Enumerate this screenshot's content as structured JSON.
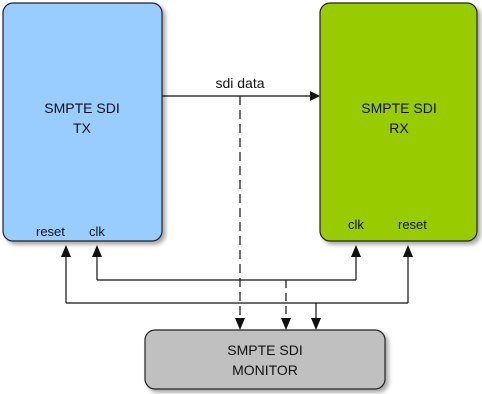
{
  "blocks": {
    "tx": {
      "line1": "SMPTE SDI",
      "line2": "TX",
      "port_reset": "reset",
      "port_clk": "clk",
      "fill": "#99ccff"
    },
    "rx": {
      "line1": "SMPTE SDI",
      "line2": "RX",
      "port_clk": "clk",
      "port_reset": "reset",
      "fill": "#99cc00"
    },
    "monitor": {
      "line1": "SMPTE SDI",
      "line2": "MONITOR",
      "fill": "#c0c0c0"
    }
  },
  "links": {
    "sdi_label": "sdi data"
  }
}
